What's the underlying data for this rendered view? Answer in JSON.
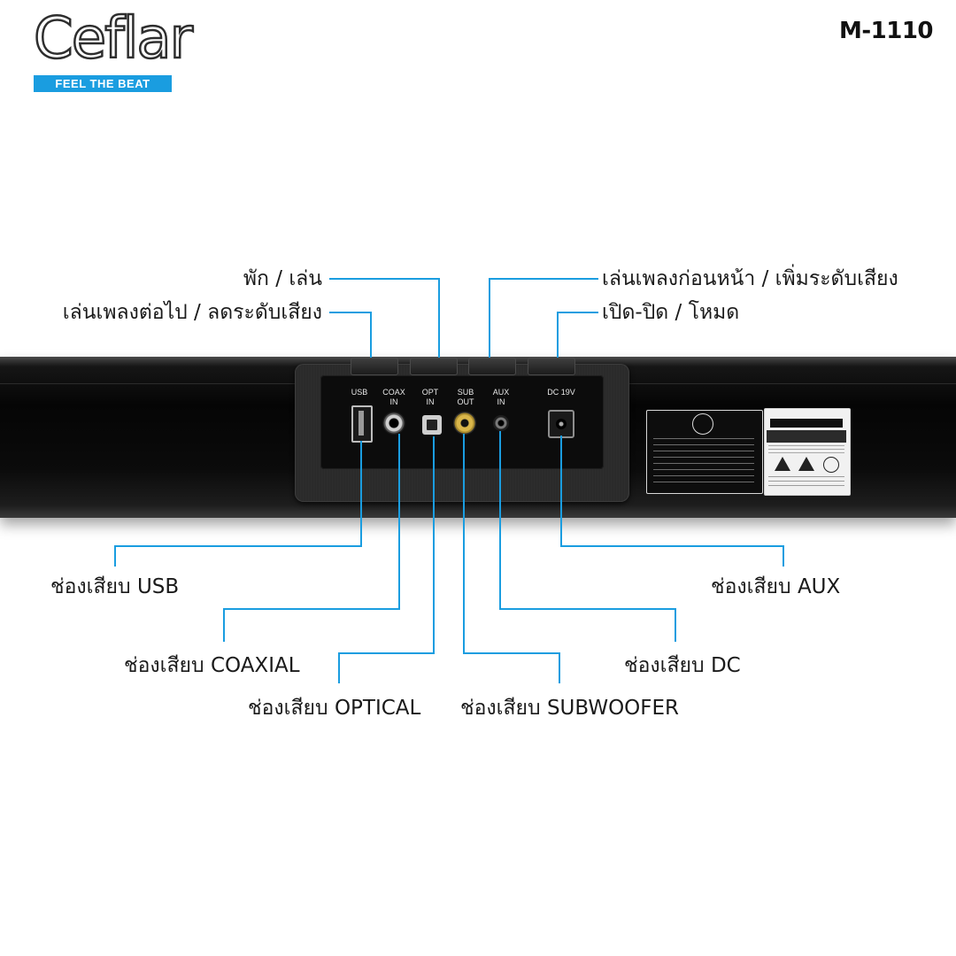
{
  "brand": {
    "name": "Ceflar",
    "tagline": "FEEL THE BEAT"
  },
  "model": "M-1110",
  "ports": {
    "usb": "USB",
    "coax": "COAX\nIN",
    "opt": "OPT\nIN",
    "sub": "SUB\nOUT",
    "aux": "AUX\nIN",
    "dc": "DC 19V"
  },
  "callouts": {
    "play_pause": "พัก / เล่น",
    "next_vol_down": "เล่นเพลงต่อไป / ลดระดับเสียง",
    "prev_vol_up": "เล่นเพลงก่อนหน้า / เพิ่มระดับเสียง",
    "power_mode": "เปิด-ปิด / โหมด",
    "usb_port": "ช่องเสียบ USB",
    "coaxial_port": "ช่องเสียบ COAXIAL",
    "optical_port": "ช่องเสียบ OPTICAL",
    "subwoofer_port": "ช่องเสียบ SUBWOOFER",
    "dc_port": "ช่องเสียบ DC",
    "aux_port": "ช่องเสียบ AUX"
  },
  "colors": {
    "callout_line": "#1a9de0",
    "tag_bg": "#1a9de0"
  }
}
